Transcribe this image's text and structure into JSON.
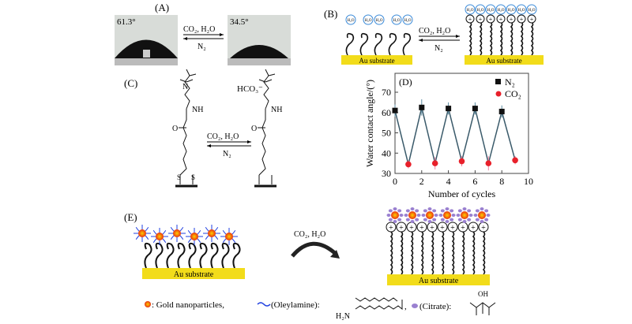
{
  "panels": {
    "a": {
      "label": "(A)",
      "angle_left": "61.3°",
      "angle_right": "34.5°",
      "forward": "CO₂, H₂O",
      "reverse": "N₂"
    },
    "b": {
      "label": "(B)",
      "substrate": "Au substrate",
      "water": "H₂O",
      "forward": "CO₂, H₂O",
      "reverse": "N₂"
    },
    "c": {
      "label": "(C)",
      "nh": "NH",
      "o": "O",
      "s": "S",
      "counterion": "HCO₃⁻",
      "forward": "CO₂, H₂O",
      "reverse": "N₂"
    },
    "e": {
      "label": "(E)",
      "substrate": "Au substrate",
      "forward": "CO₂, H₂O",
      "legend": {
        "gold": ": Gold nanoparticles,",
        "oleylamine": "(Oleylamine):",
        "amine": "H₂N",
        "sep": ",",
        "citrate": "(Citrate):",
        "oh": "OH"
      }
    }
  },
  "colors": {
    "substrate": "#f2dc1a",
    "co2": "#e8202a",
    "n2": "#111111",
    "line": "#3a5a6a",
    "oleylamine": "#2040e0",
    "gold_np": "#f07020"
  },
  "chart_data": {
    "type": "scatter",
    "title": "(D)",
    "xlabel": "Number of cycles",
    "ylabel": "Water contact angle/(°)",
    "xlim": [
      0,
      10
    ],
    "ylim": [
      30,
      78
    ],
    "xticks": [
      0,
      2,
      4,
      6,
      8,
      10
    ],
    "yticks": [
      30,
      40,
      50,
      60,
      70
    ],
    "legend_position": "top-right",
    "series": [
      {
        "name": "N₂",
        "color": "#111111",
        "marker": "square",
        "x": [
          0,
          2,
          4,
          6,
          8
        ],
        "y": [
          61,
          62.5,
          62,
          62,
          60.5
        ],
        "err": [
          3,
          4,
          3,
          3,
          3
        ]
      },
      {
        "name": "CO₂",
        "color": "#e8202a",
        "marker": "circle",
        "x": [
          1,
          3,
          5,
          7,
          9
        ],
        "y": [
          34.5,
          35,
          36,
          35,
          36.5
        ],
        "err": [
          2,
          3,
          2.5,
          3.5,
          2
        ]
      }
    ],
    "connected_line": true
  }
}
